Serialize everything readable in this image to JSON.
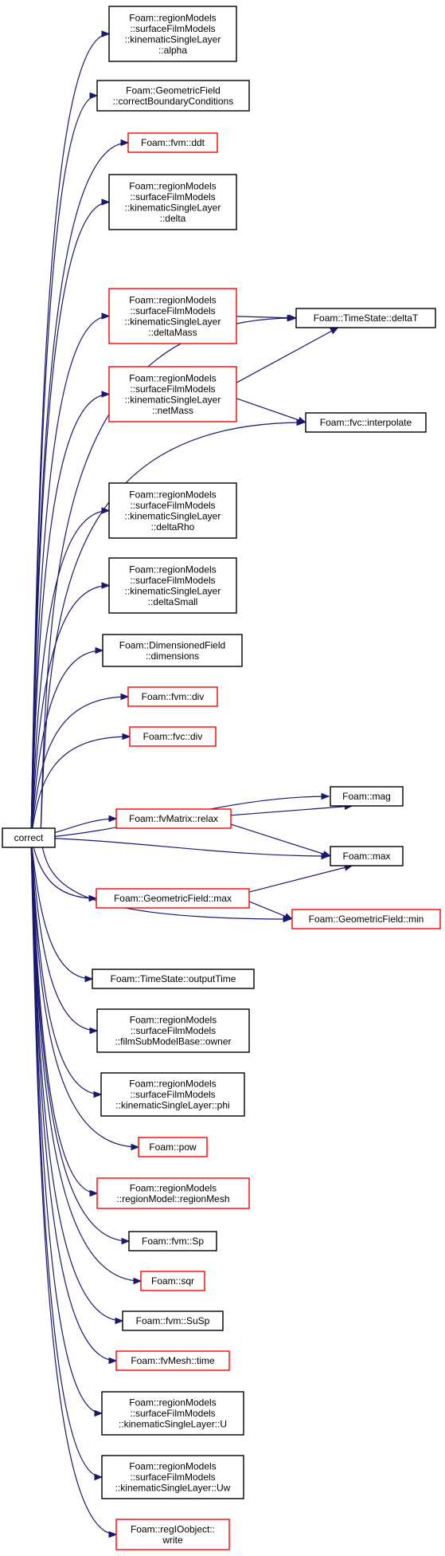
{
  "colors": {
    "edge": "#191970",
    "normal_border": "#000000",
    "incomplete_border": "#ff0000",
    "root_fill": "#bfbfbf"
  },
  "graph": {
    "root": {
      "id": "correct",
      "lines": [
        "correct"
      ]
    },
    "nodes": [
      {
        "id": "alpha",
        "lines": [
          "Foam::regionModels",
          "::surfaceFilmModels",
          "::kinematicSingleLayer",
          "::alpha"
        ],
        "border": "black"
      },
      {
        "id": "correctBC",
        "lines": [
          "Foam::GeometricField",
          "::correctBoundaryConditions"
        ],
        "border": "black"
      },
      {
        "id": "fvm_ddt",
        "lines": [
          "Foam::fvm::ddt"
        ],
        "border": "red"
      },
      {
        "id": "delta",
        "lines": [
          "Foam::regionModels",
          "::surfaceFilmModels",
          "::kinematicSingleLayer",
          "::delta"
        ],
        "border": "black"
      },
      {
        "id": "deltaMass",
        "lines": [
          "Foam::regionModels",
          "::surfaceFilmModels",
          "::kinematicSingleLayer",
          "::deltaMass"
        ],
        "border": "red"
      },
      {
        "id": "deltaT",
        "lines": [
          "Foam::TimeState::deltaT"
        ],
        "border": "black"
      },
      {
        "id": "netMass",
        "lines": [
          "Foam::regionModels",
          "::surfaceFilmModels",
          "::kinematicSingleLayer",
          "::netMass"
        ],
        "border": "red"
      },
      {
        "id": "fvc_interpolate",
        "lines": [
          "Foam::fvc::interpolate"
        ],
        "border": "black"
      },
      {
        "id": "deltaRho",
        "lines": [
          "Foam::regionModels",
          "::surfaceFilmModels",
          "::kinematicSingleLayer",
          "::deltaRho"
        ],
        "border": "black"
      },
      {
        "id": "deltaSmall",
        "lines": [
          "Foam::regionModels",
          "::surfaceFilmModels",
          "::kinematicSingleLayer",
          "::deltaSmall"
        ],
        "border": "black"
      },
      {
        "id": "dimensions",
        "lines": [
          "Foam::DimensionedField",
          "::dimensions"
        ],
        "border": "black"
      },
      {
        "id": "fvm_div",
        "lines": [
          "Foam::fvm::div"
        ],
        "border": "red"
      },
      {
        "id": "fvc_div",
        "lines": [
          "Foam::fvc::div"
        ],
        "border": "red"
      },
      {
        "id": "mag",
        "lines": [
          "Foam::mag"
        ],
        "border": "black"
      },
      {
        "id": "relax",
        "lines": [
          "Foam::fvMatrix::relax"
        ],
        "border": "red"
      },
      {
        "id": "max",
        "lines": [
          "Foam::max"
        ],
        "border": "black"
      },
      {
        "id": "gf_max",
        "lines": [
          "Foam::GeometricField::max"
        ],
        "border": "red"
      },
      {
        "id": "gf_min",
        "lines": [
          "Foam::GeometricField::min"
        ],
        "border": "red"
      },
      {
        "id": "outputTime",
        "lines": [
          "Foam::TimeState::outputTime"
        ],
        "border": "black"
      },
      {
        "id": "owner",
        "lines": [
          "Foam::regionModels",
          "::surfaceFilmModels",
          "::filmSubModelBase::owner"
        ],
        "border": "black"
      },
      {
        "id": "phi",
        "lines": [
          "Foam::regionModels",
          "::surfaceFilmModels",
          "::kinematicSingleLayer::phi"
        ],
        "border": "black"
      },
      {
        "id": "pow",
        "lines": [
          "Foam::pow"
        ],
        "border": "red"
      },
      {
        "id": "regionMesh",
        "lines": [
          "Foam::regionModels",
          "::regionModel::regionMesh"
        ],
        "border": "red"
      },
      {
        "id": "fvm_Sp",
        "lines": [
          "Foam::fvm::Sp"
        ],
        "border": "black"
      },
      {
        "id": "sqr",
        "lines": [
          "Foam::sqr"
        ],
        "border": "red"
      },
      {
        "id": "fvm_SuSp",
        "lines": [
          "Foam::fvm::SuSp"
        ],
        "border": "black"
      },
      {
        "id": "fvMesh_time",
        "lines": [
          "Foam::fvMesh::time"
        ],
        "border": "red"
      },
      {
        "id": "U",
        "lines": [
          "Foam::regionModels",
          "::surfaceFilmModels",
          "::kinematicSingleLayer::U"
        ],
        "border": "black"
      },
      {
        "id": "Uw",
        "lines": [
          "Foam::regionModels",
          "::surfaceFilmModels",
          "::kinematicSingleLayer::Uw"
        ],
        "border": "black"
      },
      {
        "id": "write",
        "lines": [
          "Foam::regIOobject::",
          "write"
        ],
        "border": "red"
      }
    ],
    "edges": [
      [
        "correct",
        "alpha"
      ],
      [
        "correct",
        "correctBC"
      ],
      [
        "correct",
        "fvm_ddt"
      ],
      [
        "correct",
        "delta"
      ],
      [
        "correct",
        "deltaT"
      ],
      [
        "correct",
        "deltaMass"
      ],
      [
        "correct",
        "netMass"
      ],
      [
        "correct",
        "fvc_interpolate"
      ],
      [
        "correct",
        "deltaRho"
      ],
      [
        "correct",
        "deltaSmall"
      ],
      [
        "correct",
        "dimensions"
      ],
      [
        "correct",
        "fvm_div"
      ],
      [
        "correct",
        "fvc_div"
      ],
      [
        "correct",
        "mag"
      ],
      [
        "correct",
        "relax"
      ],
      [
        "correct",
        "max"
      ],
      [
        "correct",
        "gf_max"
      ],
      [
        "correct",
        "gf_min"
      ],
      [
        "correct",
        "outputTime"
      ],
      [
        "correct",
        "owner"
      ],
      [
        "correct",
        "phi"
      ],
      [
        "correct",
        "pow"
      ],
      [
        "correct",
        "regionMesh"
      ],
      [
        "correct",
        "fvm_Sp"
      ],
      [
        "correct",
        "sqr"
      ],
      [
        "correct",
        "fvm_SuSp"
      ],
      [
        "correct",
        "fvMesh_time"
      ],
      [
        "correct",
        "U"
      ],
      [
        "correct",
        "Uw"
      ],
      [
        "correct",
        "write"
      ],
      [
        "deltaMass",
        "deltaT"
      ],
      [
        "netMass",
        "deltaT"
      ],
      [
        "netMass",
        "fvc_interpolate"
      ],
      [
        "relax",
        "mag"
      ],
      [
        "relax",
        "max"
      ],
      [
        "gf_max",
        "max"
      ],
      [
        "gf_max",
        "gf_min"
      ]
    ]
  }
}
